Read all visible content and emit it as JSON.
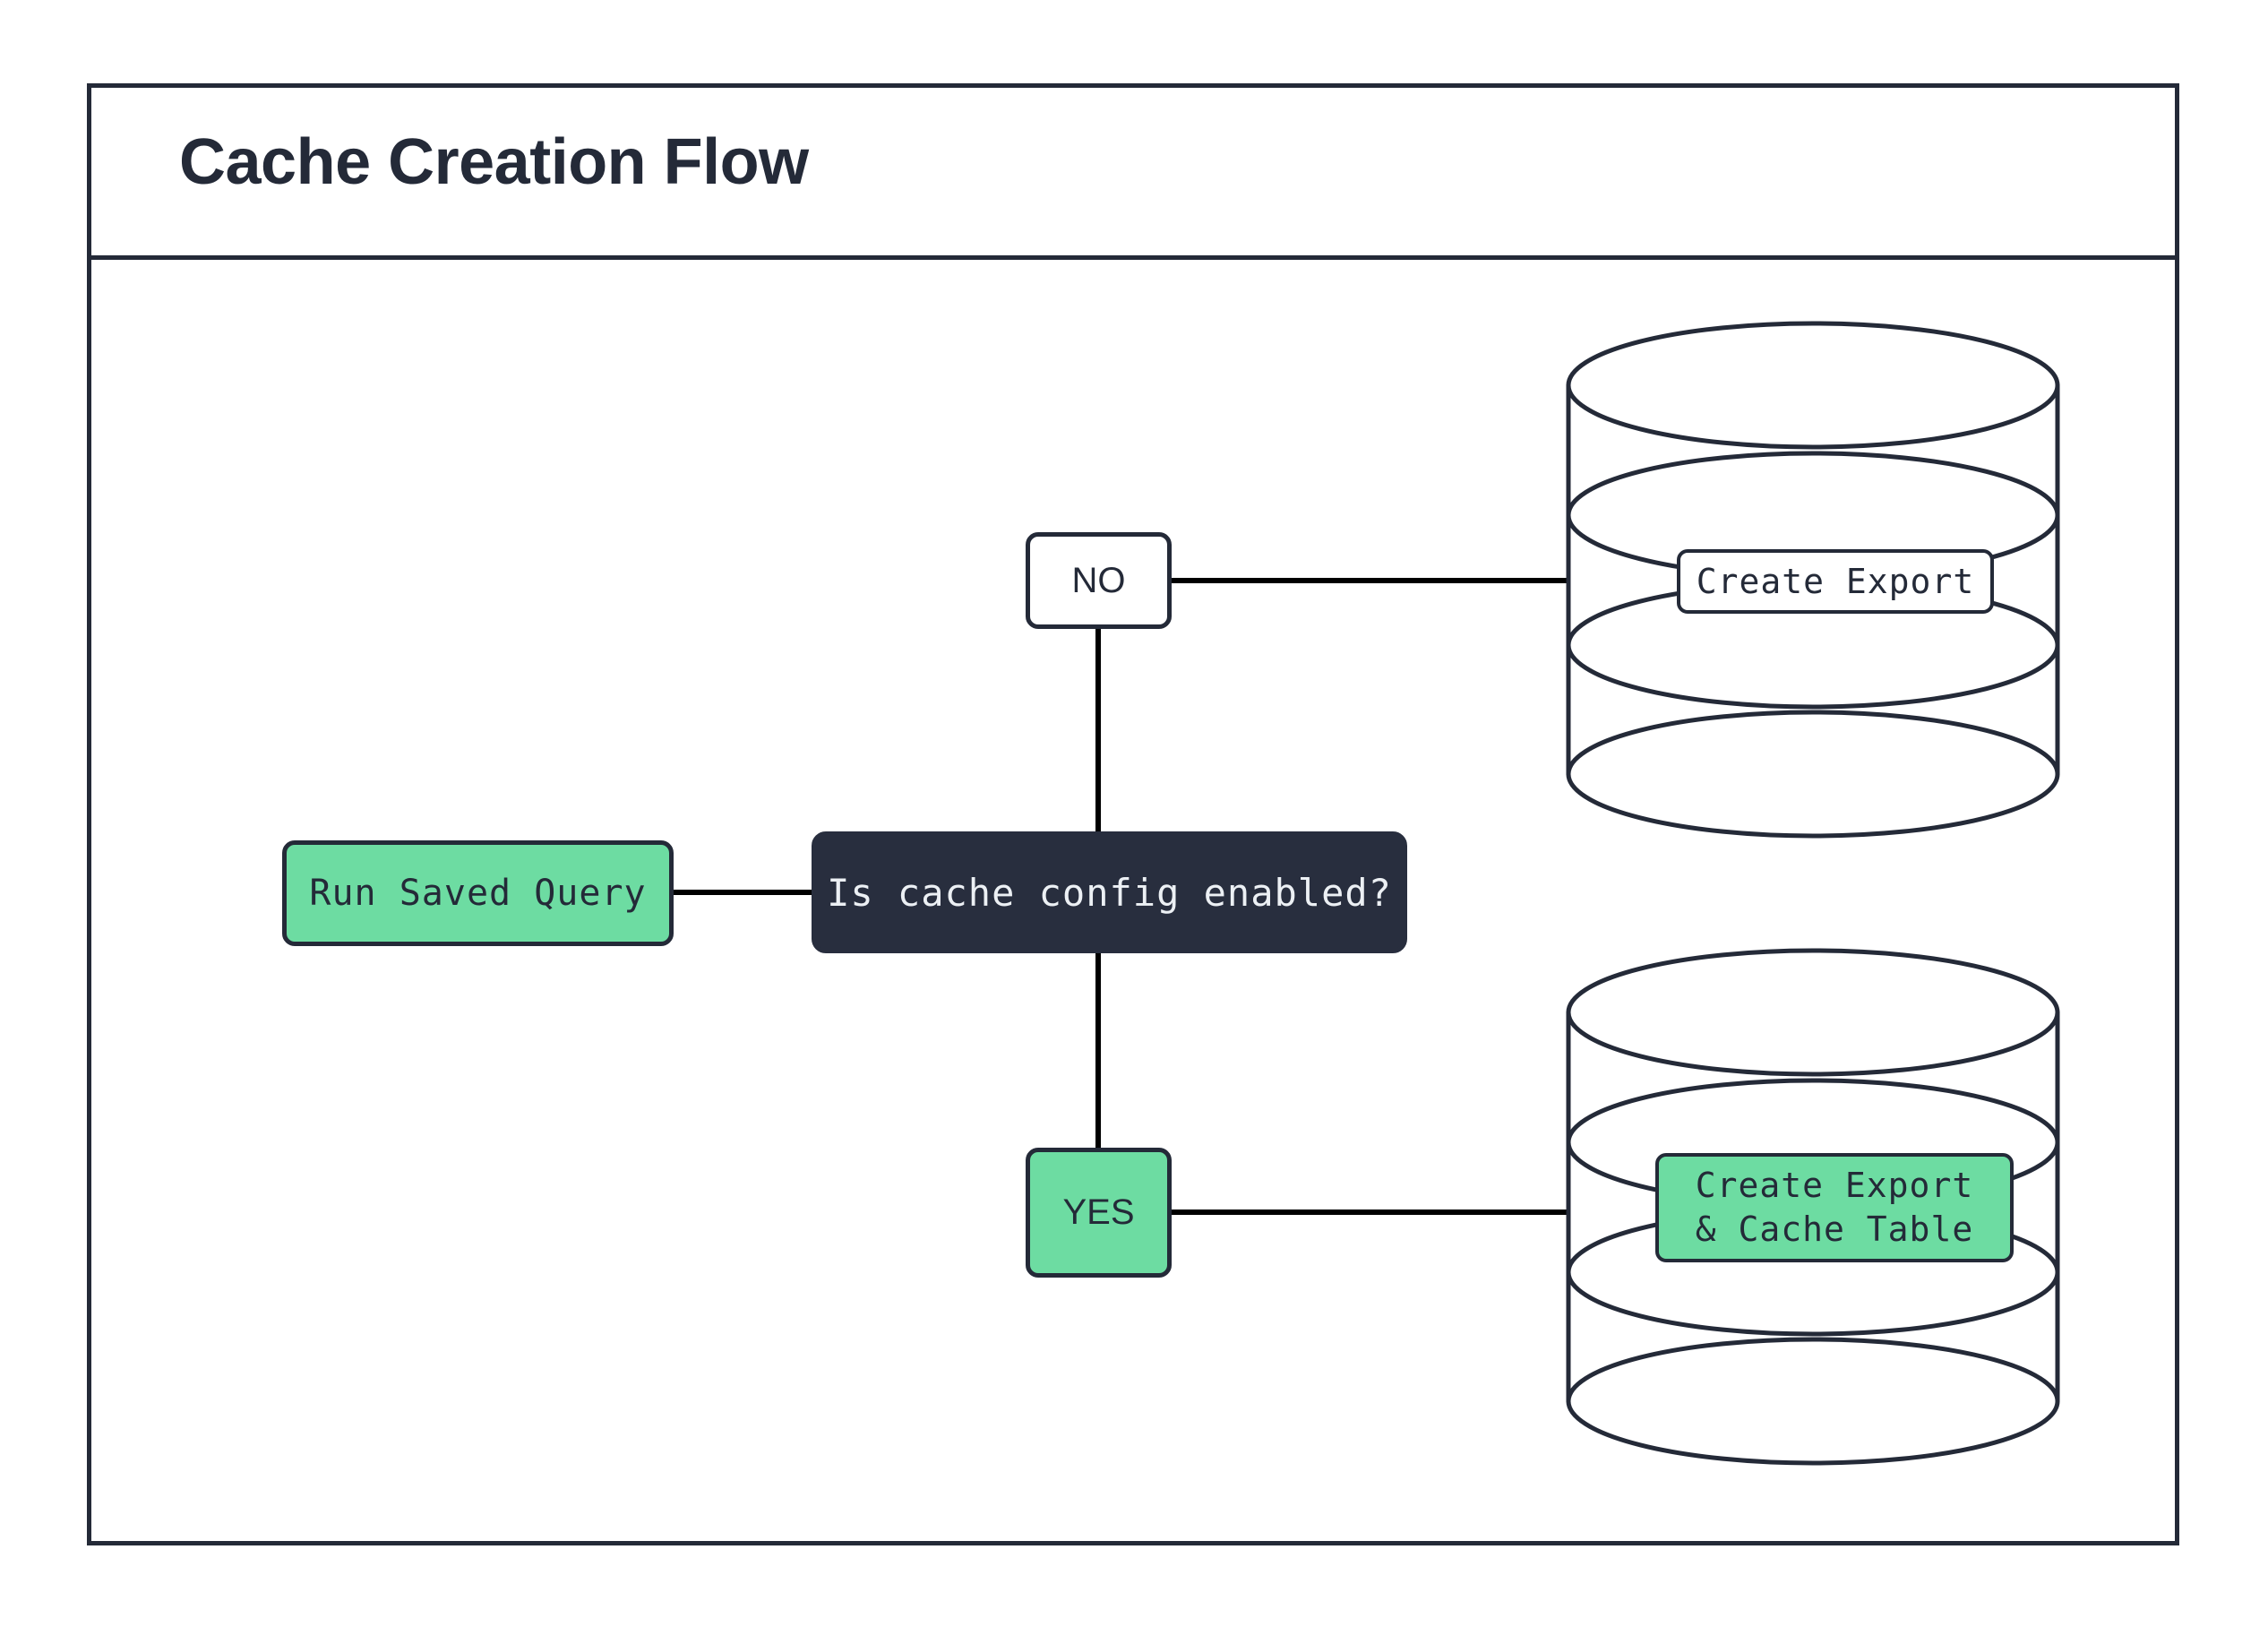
{
  "diagram": {
    "title": "Cache Creation Flow",
    "type": "flowchart",
    "colors": {
      "accent_green": "#6ddca2",
      "dark_navy": "#242a38",
      "decision_fill": "#282e3e",
      "decision_text": "#ecf0f4",
      "edge": "#000000",
      "canvas": "#ffffff"
    },
    "nodes": [
      {
        "id": "run-saved-query",
        "label": "Run Saved Query",
        "shape": "rounded-rect",
        "fill": "#6ddca2"
      },
      {
        "id": "decision",
        "label": "Is cache config enabled?",
        "shape": "rounded-rect",
        "fill": "#282e3e"
      },
      {
        "id": "branch-no",
        "label": "NO",
        "shape": "rounded-rect",
        "fill": "#ffffff"
      },
      {
        "id": "branch-yes",
        "label": "YES",
        "shape": "rounded-rect",
        "fill": "#6ddca2"
      },
      {
        "id": "db-export",
        "label": "Create Export",
        "shape": "database-cylinder",
        "fill": "#ffffff"
      },
      {
        "id": "db-export-cache",
        "label": "Create Export\n& Cache Table",
        "shape": "database-cylinder",
        "fill": "#6ddca2"
      }
    ],
    "edges": [
      {
        "from": "run-saved-query",
        "to": "decision",
        "label": ""
      },
      {
        "from": "decision",
        "to": "branch-no",
        "label": "NO"
      },
      {
        "from": "decision",
        "to": "branch-yes",
        "label": "YES"
      },
      {
        "from": "branch-no",
        "to": "db-export",
        "label": ""
      },
      {
        "from": "branch-yes",
        "to": "db-export-cache",
        "label": ""
      }
    ]
  }
}
